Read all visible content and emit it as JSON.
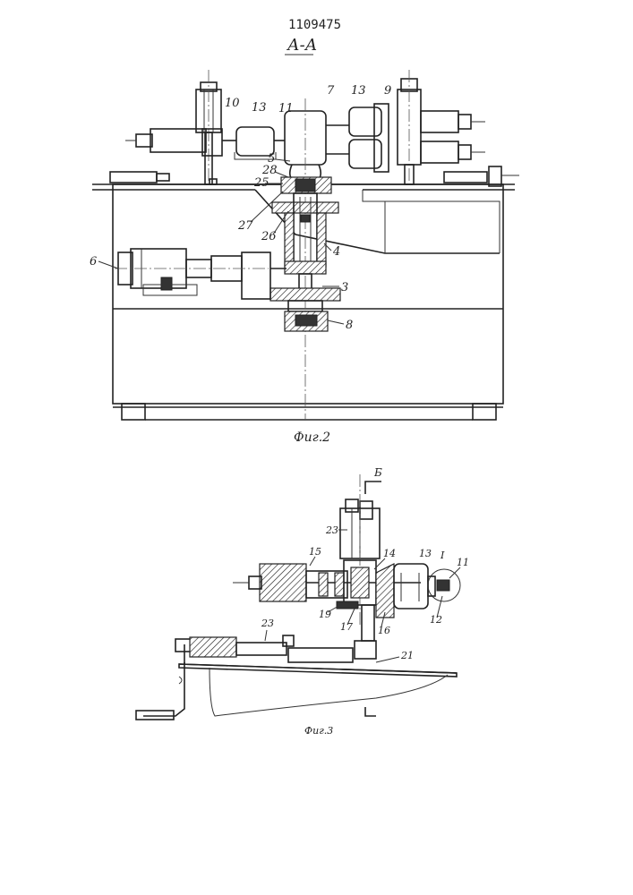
{
  "header": {
    "patent_number": "1109475",
    "section_label": "А-А"
  },
  "figure2": {
    "caption": "Фиг.2",
    "labels": {
      "l10": "10",
      "l13a": "13",
      "l11": "11",
      "l7": "7",
      "l13b": "13",
      "l9": "9",
      "l5": "5",
      "l28": "28",
      "l25": "25",
      "l27": "27",
      "l26": "26",
      "l4": "4",
      "l6": "6",
      "l3": "3",
      "l8": "8"
    }
  },
  "figure3": {
    "caption": "Фиг.3",
    "section_mark": "Б",
    "labels": {
      "l23a": "23",
      "l15": "15",
      "l14": "14",
      "l13": "13",
      "lI": "I",
      "l11": "11",
      "l19": "19",
      "l17": "17",
      "l16": "16",
      "l12": "12",
      "l23b": "23",
      "l21": "21"
    }
  }
}
